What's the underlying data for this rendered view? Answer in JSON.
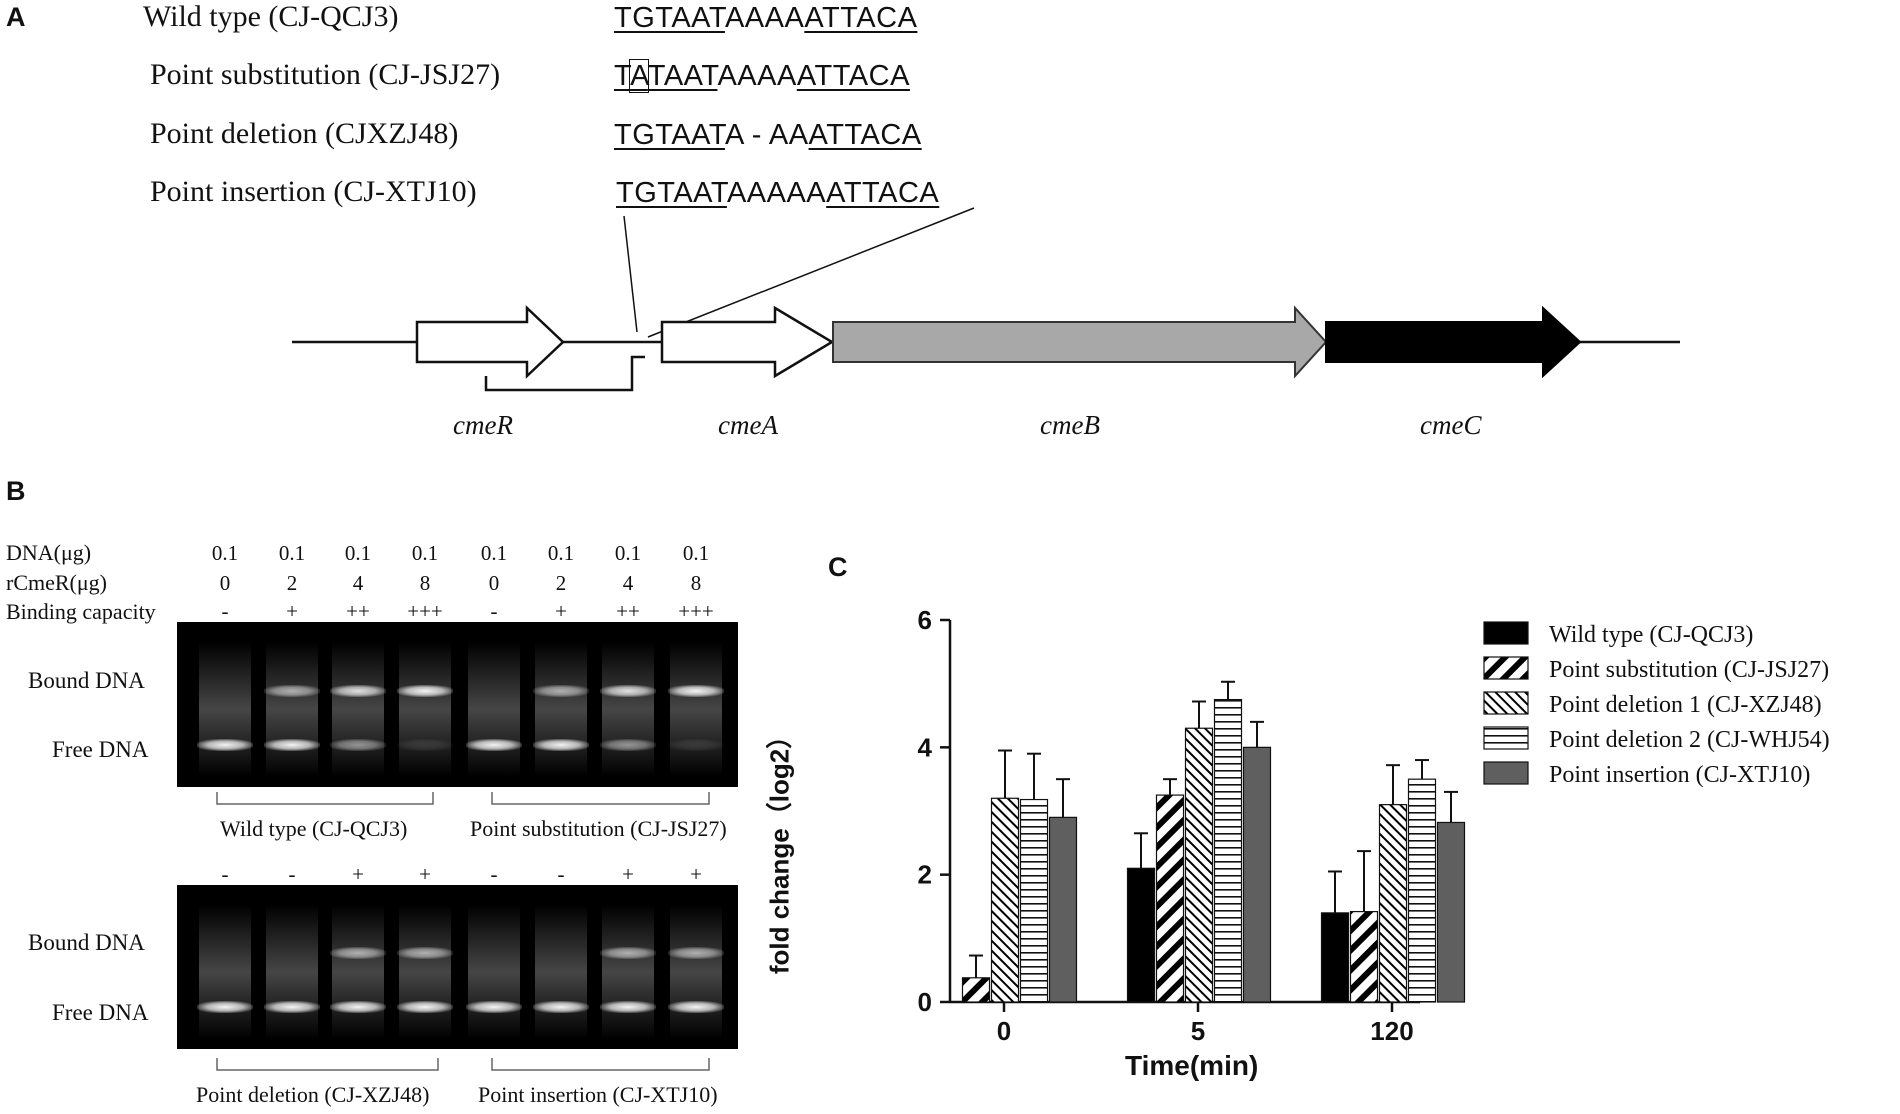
{
  "panels": {
    "a": "A",
    "b": "B",
    "c": "C"
  },
  "panelA": {
    "strains": [
      {
        "label": "Wild type (CJ-QCJ3)",
        "seq_pre": "",
        "seq_u1": "TGTAAT",
        "seq_mid": "AAAA",
        "seq_u2": "ATTACA"
      },
      {
        "label": "Point substitution (CJ-JSJ27)",
        "seq_u1a": "T",
        "seq_box": "A",
        "seq_u1b": "TAAT",
        "seq_mid": "AAAA",
        "seq_u2": "ATTACA"
      },
      {
        "label": "Point deletion (CJXZJ48)",
        "seq_u1": "TGTAAT",
        "seq_mid": "A - AA",
        "seq_u2": "ATTACA"
      },
      {
        "label": "Point insertion (CJ-XTJ10)",
        "seq_u1": "TGTAAT",
        "seq_mid": "AAAAA",
        "seq_u2": "ATTACA"
      }
    ],
    "genes": [
      "cmeR",
      "cmeA",
      "cmeB",
      "cmeC"
    ]
  },
  "panelB": {
    "row_labels": [
      "DNA(μg)",
      "rCmeR(μg)",
      "Binding capacity"
    ],
    "dna": [
      "0.1",
      "0.1",
      "0.1",
      "0.1",
      "0.1",
      "0.1",
      "0.1",
      "0.1"
    ],
    "rcmer": [
      "0",
      "2",
      "4",
      "8",
      "0",
      "2",
      "4",
      "8"
    ],
    "binding_top": [
      "-",
      "+",
      "++",
      "+++",
      "-",
      "+",
      "++",
      "+++"
    ],
    "binding_bottom": [
      "-",
      "-",
      "+",
      "+",
      "-",
      "-",
      "+",
      "+"
    ],
    "bound_label": "Bound  DNA",
    "free_label": "Free  DNA",
    "top_groups": [
      "Wild type  (CJ-QCJ3)",
      "Point substitution (CJ-JSJ27)"
    ],
    "bottom_groups": [
      "Point deletion (CJ-XZJ48)",
      "Point insertion (CJ-XTJ10)"
    ]
  },
  "chart_data": {
    "type": "bar",
    "categories": [
      "0",
      "5",
      "120"
    ],
    "xlabel": "Time(min)",
    "ylabel": "fold change（log2）",
    "ylim": [
      0,
      6
    ],
    "yticks": [
      "0",
      "2",
      "4",
      "6"
    ],
    "legend_position": "right",
    "series": [
      {
        "name": "Wild type (CJ-QCJ3)",
        "pattern": "solid-black",
        "values": [
          0,
          2.1,
          1.4
        ],
        "errors": [
          0,
          0.55,
          0.65
        ]
      },
      {
        "name": "Point substitution (CJ-JSJ27)",
        "pattern": "diag-thick",
        "values": [
          0.38,
          3.25,
          1.42
        ],
        "errors": [
          0.35,
          0.25,
          0.95
        ]
      },
      {
        "name": "Point deletion 1 (CJ-XZJ48)",
        "pattern": "diag-thin",
        "values": [
          3.2,
          4.3,
          3.1
        ],
        "errors": [
          0.75,
          0.42,
          0.62
        ]
      },
      {
        "name": "Point deletion 2 (CJ-WHJ54)",
        "pattern": "horizontal",
        "values": [
          3.18,
          4.75,
          3.5
        ],
        "errors": [
          0.72,
          0.28,
          0.3
        ]
      },
      {
        "name": "Point insertion (CJ-XTJ10)",
        "pattern": "solid-gray",
        "values": [
          2.9,
          4.0,
          2.82
        ],
        "errors": [
          0.6,
          0.4,
          0.48
        ]
      }
    ],
    "colors": {
      "black": "#000000",
      "gray": "#5f5f5f",
      "light": "#c8c8c8"
    }
  }
}
